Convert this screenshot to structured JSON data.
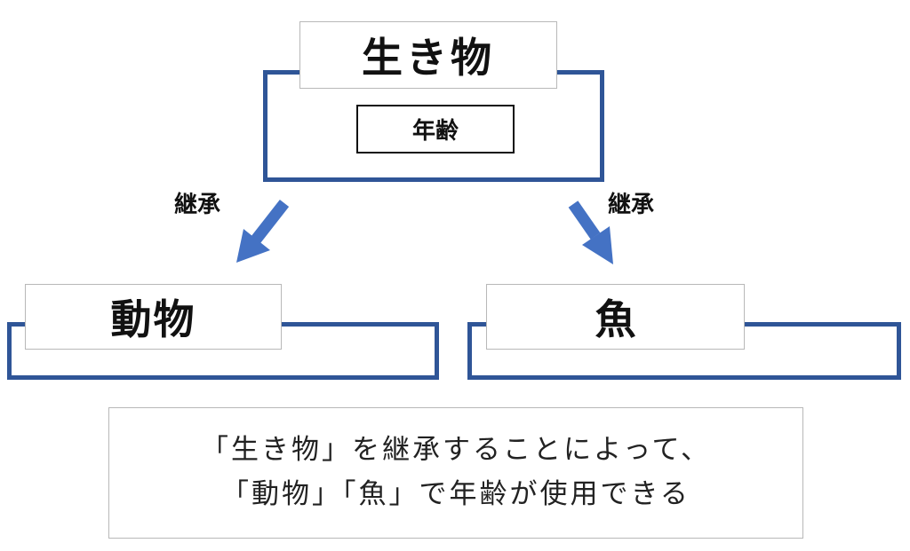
{
  "diagram": {
    "parent": {
      "title": "生き物",
      "attribute": "年齢"
    },
    "relation_label_left": "継承",
    "relation_label_right": "継承",
    "children": [
      {
        "title": "動物"
      },
      {
        "title": "魚"
      }
    ],
    "caption": {
      "line1": "「生き物」を継承することによって、",
      "line2": "「動物」「魚」で年齢が使用できる"
    },
    "colors": {
      "frame": "#2f5597",
      "arrow": "#4472c4",
      "label_border": "#b8b8b8",
      "text": "#111111"
    }
  }
}
